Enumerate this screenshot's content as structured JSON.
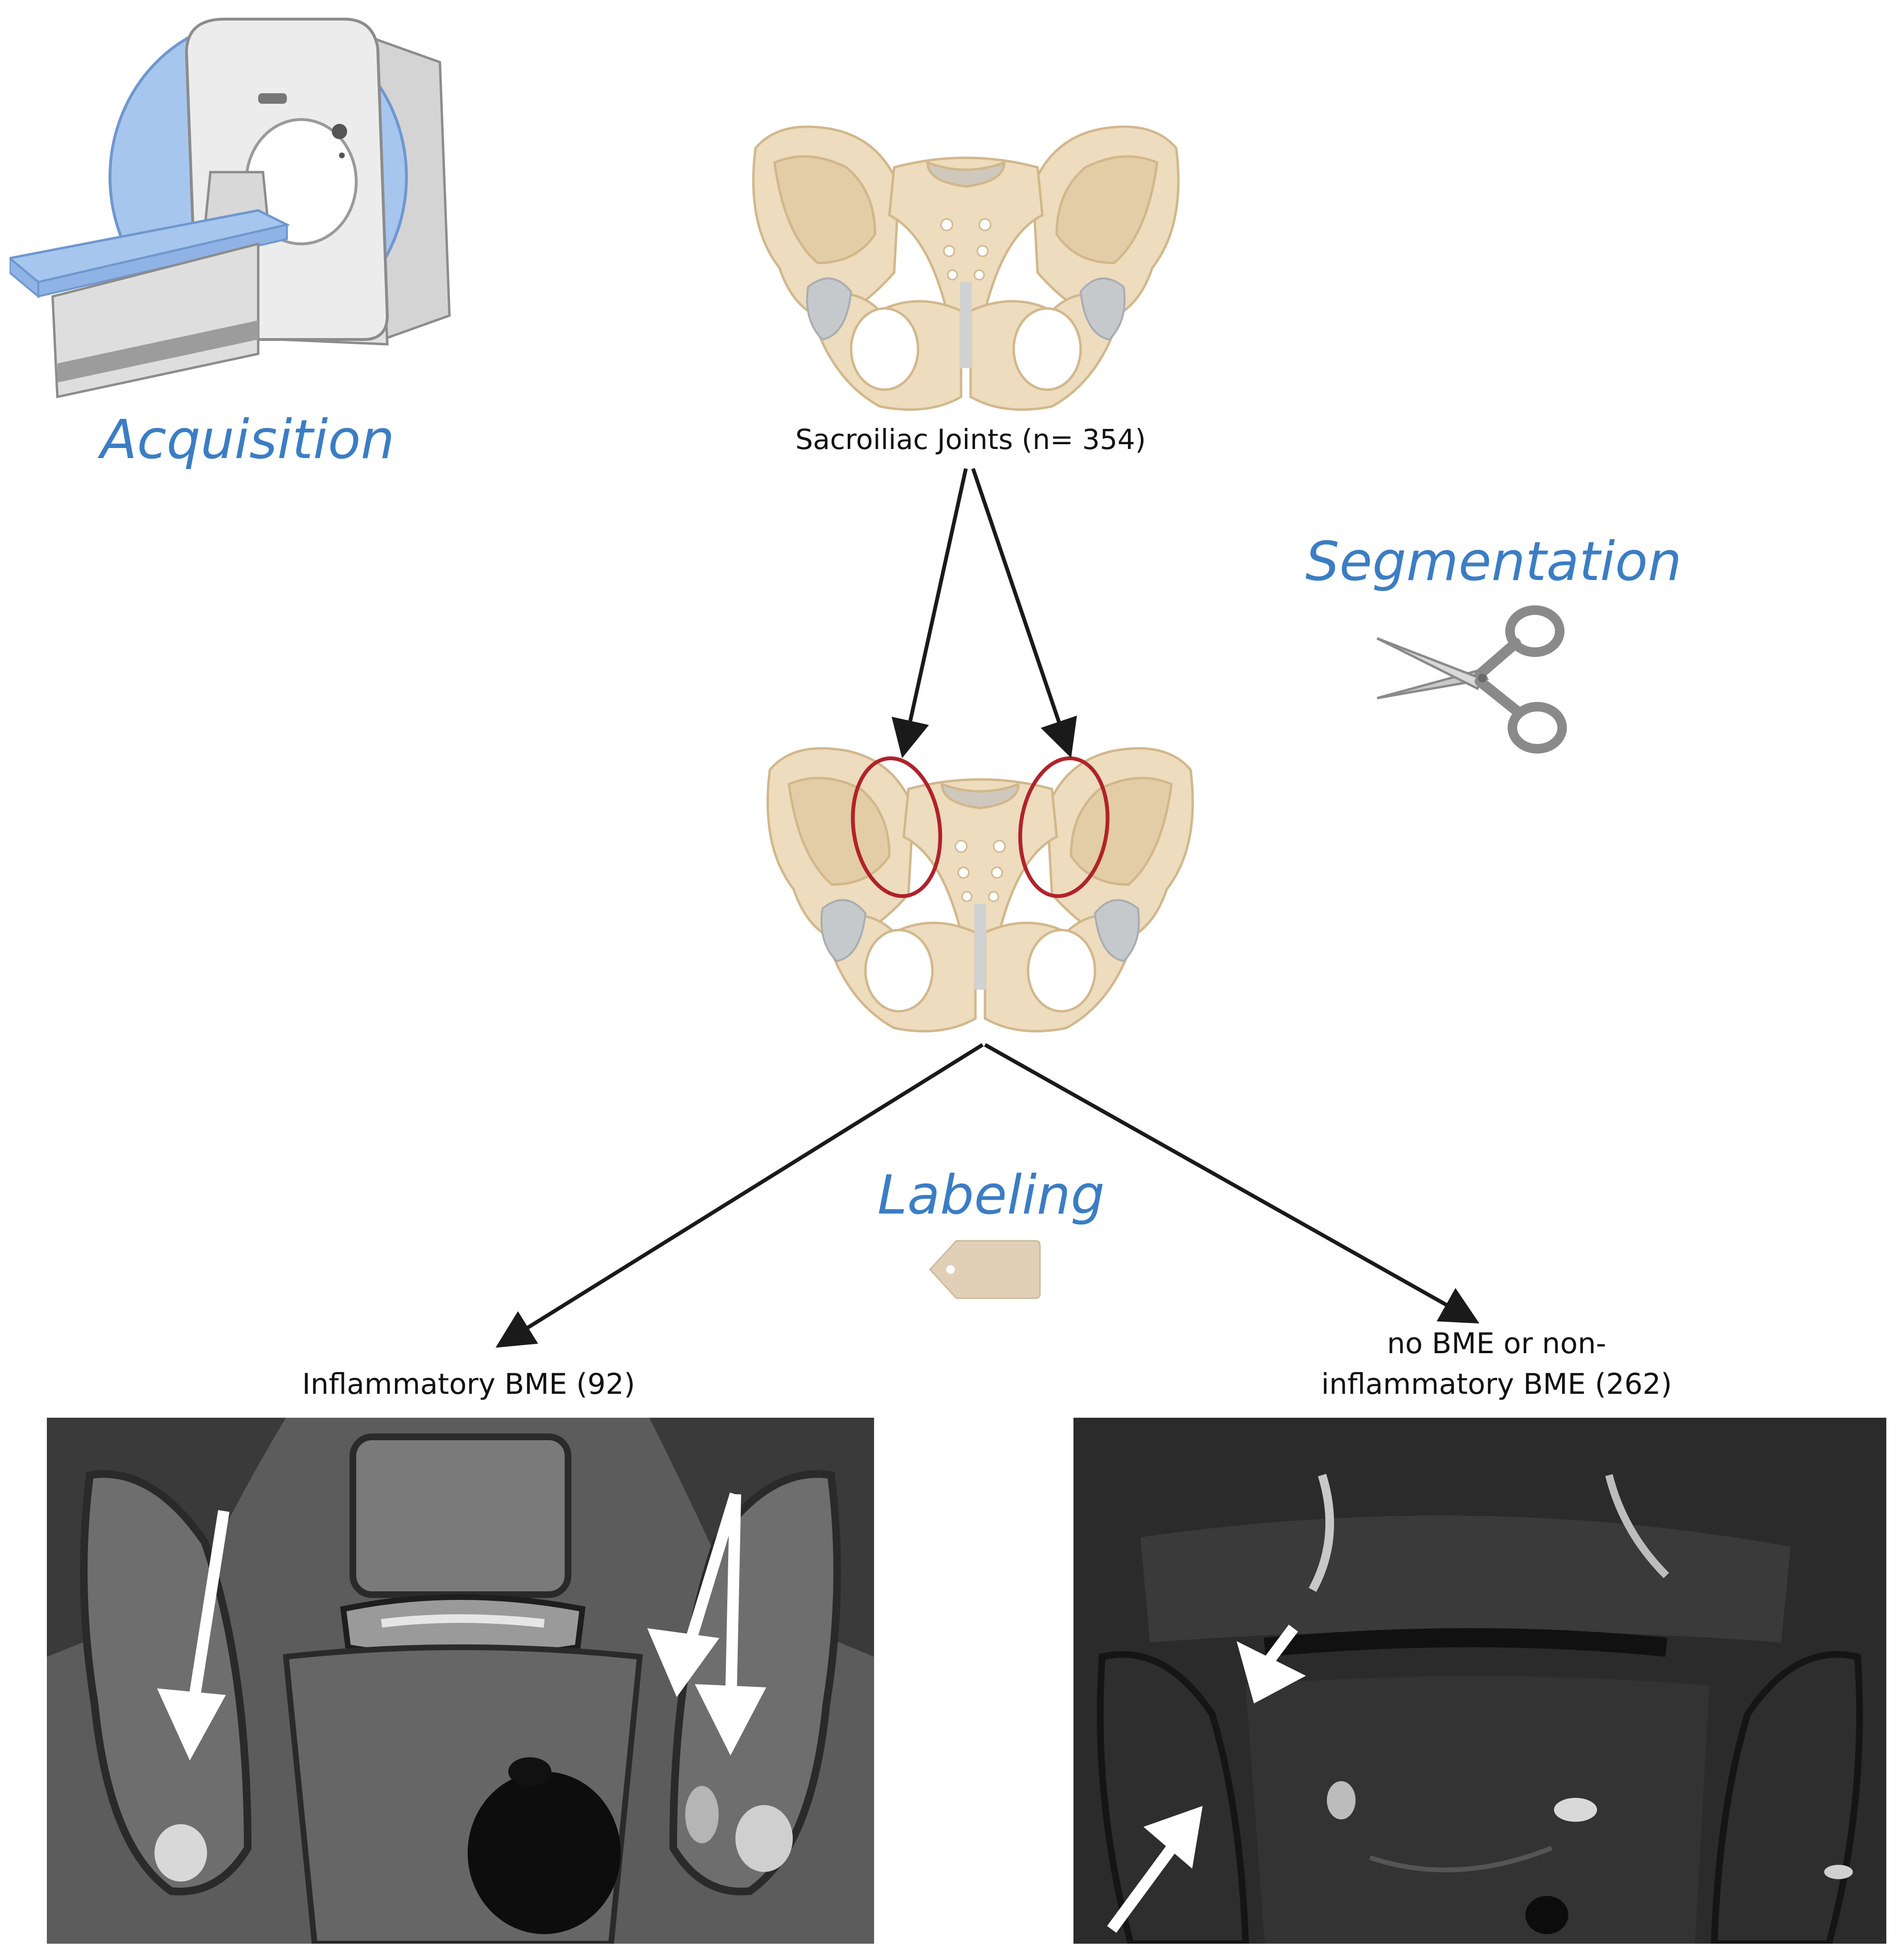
{
  "stages": {
    "acquisition": "Acquisition",
    "segmentation": "Segmentation",
    "labeling": "Labeling"
  },
  "nodes": {
    "root": "Sacroiliac Joints (n= 354)",
    "left_class": "Inflammatory BME (92)",
    "right_class_line1": "no BME or non-",
    "right_class_line2": "inflammatory BME (262)"
  },
  "icons": {
    "scanner": "mri-scanner-icon",
    "pelvis": "pelvis-icon",
    "scissors": "scissors-icon",
    "tag": "tag-icon",
    "arrow": "white-arrow-icon"
  },
  "colors": {
    "stage_title": "#3b7dc4",
    "bone": "#eddcbd",
    "bone_shade": "#d9c09a",
    "cartilage": "#c6c9cc",
    "roi_outline": "#b0232a",
    "tag": "#e1d0b8",
    "scanner_blue": "#a7c6ee",
    "connector": "#1a1a1a"
  }
}
